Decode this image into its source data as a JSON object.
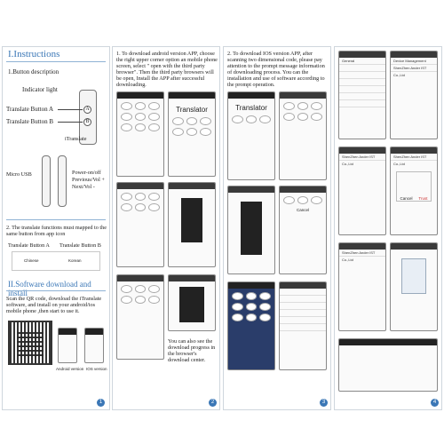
{
  "panel1": {
    "title": "I.Instructions",
    "subtitle": "1.Button description",
    "indicator": "Indicator light",
    "btn_a": "Translate Button A",
    "btn_b": "Translate Button B",
    "brand": "iTranslate",
    "micro_usb": "Micro USB",
    "power": "Power-on/off",
    "prev": "Previous/Vol +",
    "next": "Next/Vol -",
    "step2": "2. The translate functions must mapped to the same button from app icon",
    "map_a": "Translate Button A",
    "map_b": "Translate Button B",
    "flag_a": "Chinese",
    "flag_b": "Korean",
    "section2": "II.Software download and install",
    "scan": "Scan the QR code, download the iTranslate software, and install on your android/ios mobile phone ,then start to use it.",
    "android": "Android version",
    "ios": "IOS version",
    "num": "1",
    "btn_a_mark": "A",
    "btn_b_mark": "B"
  },
  "panel2": {
    "text1": "1. To download android version APP, choose the right upper corner option an mobile phone screen, select \" open with the third party browser\". Then the third party browsers will be open, Install the APP after successful downloading.",
    "app_name": "Translator",
    "text2": "You can also see the download progress in the browser's download center.",
    "num": "2"
  },
  "panel3": {
    "text1": "2. To download IOS version APP, after scanning two dimensional code, please pay attention to the prompt message information of downloading process. You can the installation and use of software according to the prompt operation.",
    "app_name": "Translator",
    "cancel": "Cancel",
    "num": "3"
  },
  "panel4": {
    "general": "General",
    "device_mgmt": "Device Management",
    "company": "ShenZhen Ander IST Co.,Ltd",
    "trust": "Trust",
    "cancel": "Cancel",
    "num": "4"
  },
  "colors": {
    "accent": "#3b77b6"
  }
}
